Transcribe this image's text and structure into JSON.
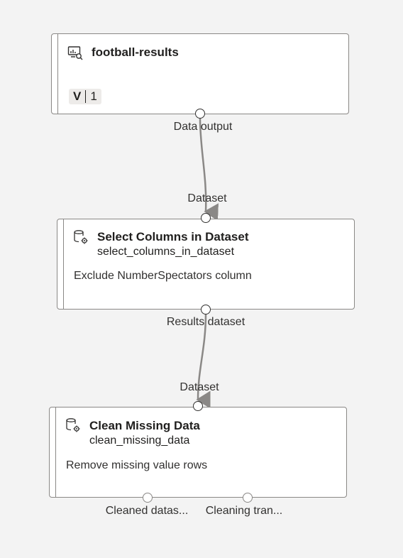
{
  "nodes": {
    "dataset": {
      "title": "football-results",
      "version_label": "V",
      "version_value": "1",
      "output_port_label": "Data output",
      "icon": "dataset-monitor-icon"
    },
    "select_columns": {
      "input_port_label": "Dataset",
      "title": "Select Columns in Dataset",
      "subtitle": "select_columns_in_dataset",
      "description": "Exclude NumberSpectators column",
      "output_port_label": "Results dataset",
      "icon": "module-gear-icon"
    },
    "clean_missing": {
      "input_port_label": "Dataset",
      "title": "Clean Missing Data",
      "subtitle": "clean_missing_data",
      "description": "Remove missing value rows",
      "output_port_1_label": "Cleaned datas...",
      "output_port_2_label": "Cleaning tran...",
      "icon": "module-gear-icon"
    }
  },
  "colors": {
    "canvas": "#f3f3f3",
    "node_border": "#8a8886",
    "edge": "#8a8886"
  }
}
